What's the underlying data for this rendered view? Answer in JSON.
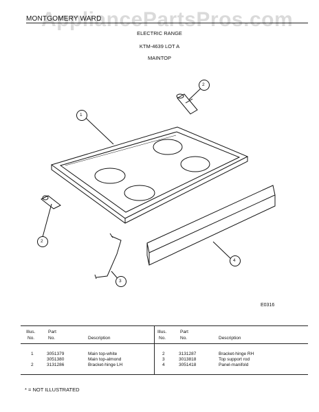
{
  "header": {
    "brand": "MONTGOMERY WARD",
    "watermark": "AppliancePartsPros.com",
    "line1": "ELECTRIC RANGE",
    "line2": "KTM-4639 LOT A",
    "line3": "MAINTOP"
  },
  "diagram": {
    "callouts": [
      "1",
      "2",
      "2",
      "3",
      "4"
    ],
    "code": "E0316"
  },
  "table": {
    "left_headers": {
      "illus": "Illus.",
      "no": "No.",
      "part": "Part",
      "part_no": "No.",
      "desc": "Description"
    },
    "right_headers": {
      "illus": "Illus.",
      "no": "No.",
      "part": "Part",
      "part_no": "No.",
      "desc": "Description"
    },
    "left_rows": [
      {
        "illus": "1",
        "part": "3051379",
        "desc": "Main top-white"
      },
      {
        "illus": "",
        "part": "3051380",
        "desc": "Main top-almond"
      },
      {
        "illus": "2",
        "part": "3131286",
        "desc": "Bracket-hinge LH"
      }
    ],
    "right_rows": [
      {
        "illus": "2",
        "part": "3131287",
        "desc": "Bracket-hinge RH"
      },
      {
        "illus": "3",
        "part": "3013818",
        "desc": "Top support rod"
      },
      {
        "illus": "4",
        "part": "3051418",
        "desc": "Panel-manifold"
      }
    ]
  },
  "footnote": "* = NOT ILLUSTRATED"
}
